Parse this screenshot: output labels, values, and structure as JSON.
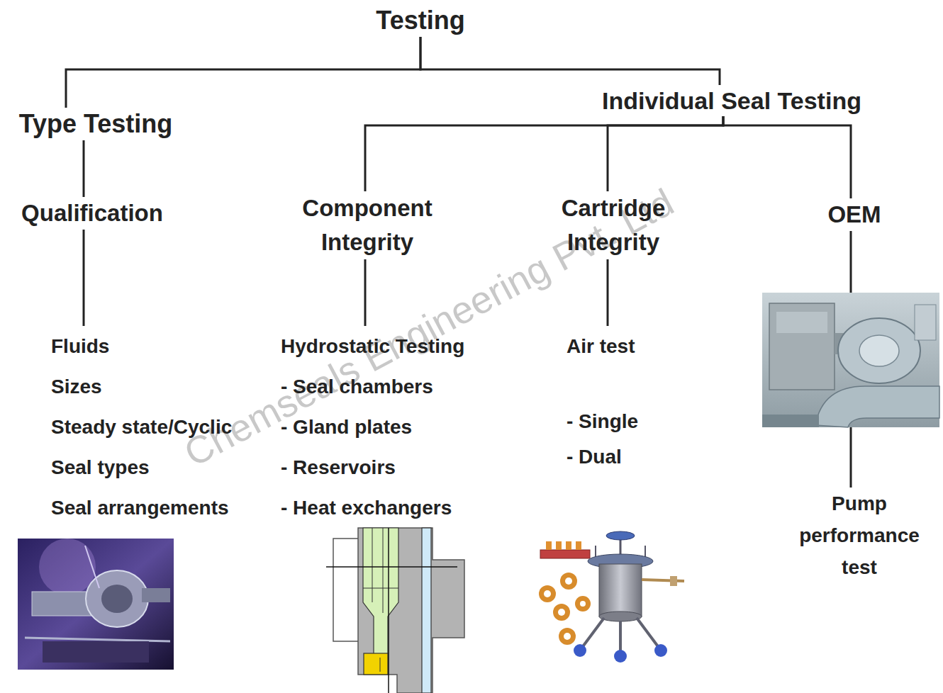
{
  "diagram": {
    "nodes": [
      {
        "text": [
          "Testing"
        ]
      },
      {
        "text": [
          "Type Testing"
        ]
      },
      {
        "text": [
          "Individual Seal Testing"
        ]
      },
      {
        "text": [
          "Qualification"
        ]
      },
      {
        "text": [
          "Component Integrity"
        ]
      },
      {
        "text": [
          "Cartridge Integrity"
        ]
      },
      {
        "text": [
          "OEM"
        ]
      },
      {
        "text": [
          "Fluids",
          "Sizes",
          "Steady state/Cyclic",
          "Seal types",
          "Seal arrangements"
        ]
      },
      {
        "text": [
          "Hydrostatic Testing",
          "- Seal chambers",
          "- Gland plates",
          "- Reservoirs",
          "- Heat exchangers"
        ]
      },
      {
        "text": [
          "Air test",
          "- Single",
          "- Dual"
        ]
      },
      {
        "text": [
          "Pump performance test"
        ]
      }
    ],
    "edges": [
      {
        "from": 0,
        "to": 1,
        "arrow": "none"
      },
      {
        "from": 0,
        "to": 2,
        "arrow": "none"
      },
      {
        "from": 1,
        "to": 3,
        "arrow": "none"
      },
      {
        "from": 2,
        "to": 4,
        "arrow": "none"
      },
      {
        "from": 2,
        "to": 5,
        "arrow": "none"
      },
      {
        "from": 2,
        "to": 6,
        "arrow": "none"
      },
      {
        "from": 3,
        "to": 7,
        "arrow": "none"
      },
      {
        "from": 4,
        "to": 8,
        "arrow": "none"
      },
      {
        "from": 5,
        "to": 9,
        "arrow": "none"
      },
      {
        "from": 6,
        "to": 10,
        "arrow": "none"
      }
    ],
    "labels": [
      "Chemseals Engineering Pvt. Ltd"
    ]
  }
}
